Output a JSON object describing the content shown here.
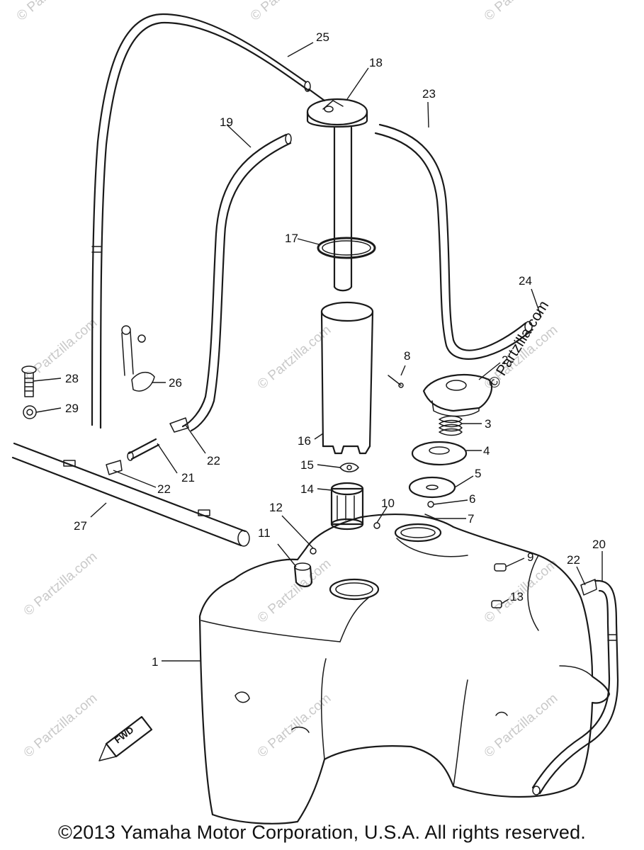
{
  "watermarks": [
    "© Partzilla.com",
    "© Partzilla.com",
    "© Partzilla.com",
    "© Partzilla.com",
    "© Partzilla.com",
    "© Partzilla.com",
    "© Partzilla.com",
    "© Partzilla.com",
    "© Partzilla.com",
    "© Partzilla.com",
    "© Partzilla.com",
    "© Partzilla.com"
  ],
  "watermark_main": "© Partzilla.com",
  "fwd_label": "FWD",
  "callouts": [
    "1",
    "2",
    "3",
    "4",
    "5",
    "6",
    "7",
    "8",
    "9",
    "10",
    "11",
    "12",
    "13",
    "14",
    "15",
    "16",
    "17",
    "18",
    "19",
    "20",
    "21",
    "22",
    "22",
    "22",
    "23",
    "24",
    "25",
    "26",
    "27",
    "28",
    "29"
  ],
  "copyright": "©2013 Yamaha Motor Corporation, U.S.A. All rights reserved."
}
